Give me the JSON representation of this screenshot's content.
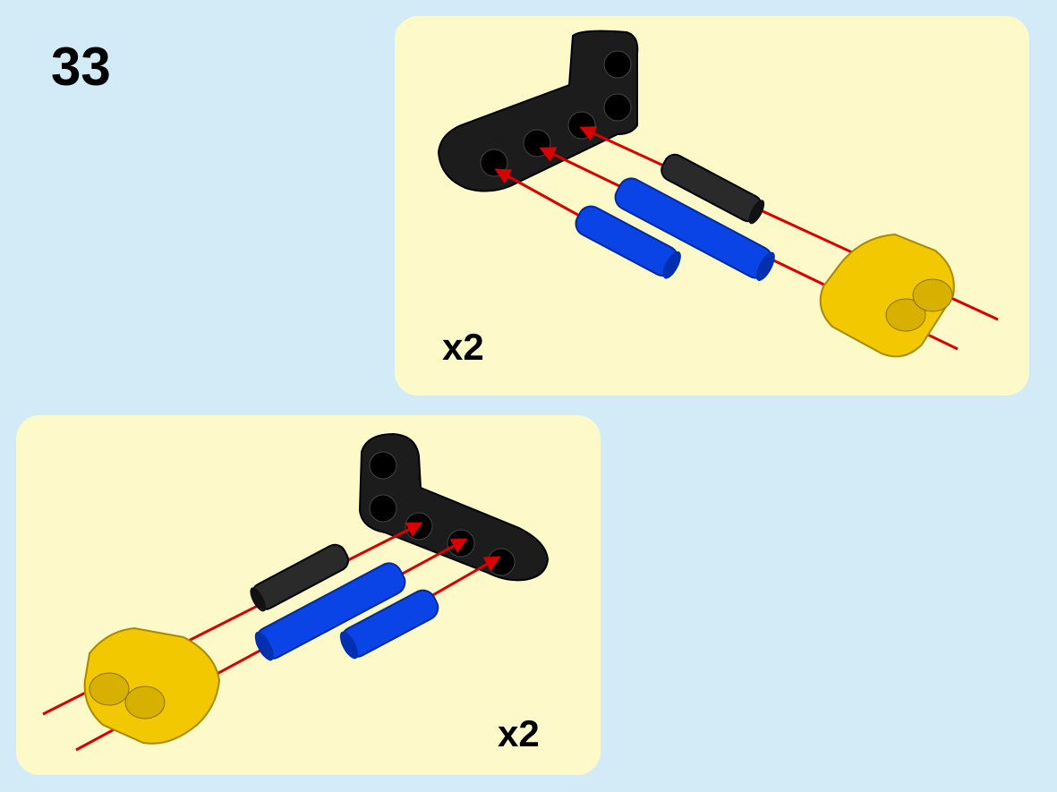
{
  "step_number": "33",
  "panels": [
    {
      "quantity": "x2"
    },
    {
      "quantity": "x2"
    }
  ],
  "colors": {
    "background": "#d2ebf7",
    "panel": "#fef9c9",
    "beam": "#1a1a1a",
    "pin_blue": "#0a3fe0",
    "connector": "#f2c800",
    "guide_line": "#d80000"
  }
}
